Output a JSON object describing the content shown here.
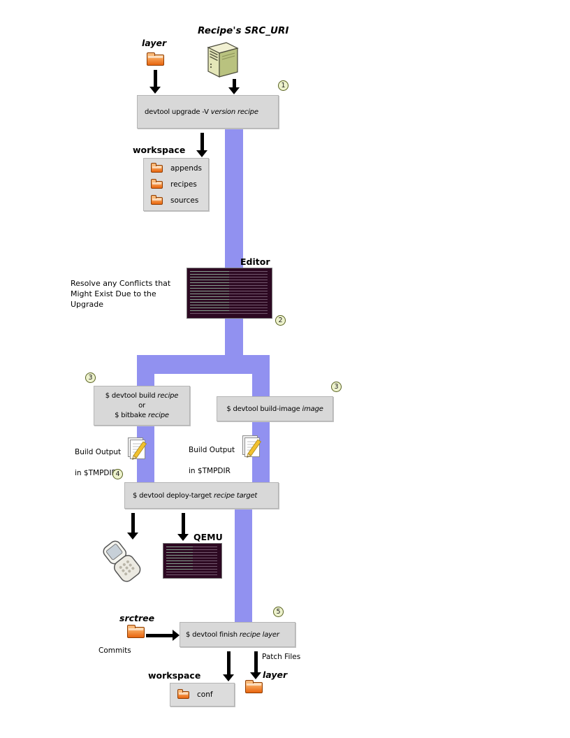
{
  "diagram": {
    "kind": "flow-diagram",
    "subject": "devtool upgrade workflow"
  },
  "colors": {
    "flow_band": "#9191f0",
    "box_bg": "#d8d8d8",
    "box_border": "#b5b5b5",
    "folder_orange": "#e8650f",
    "terminal_bg": "#2d0922",
    "step_badge_bg": "#edf2cd",
    "arrow": "#000000"
  },
  "top": {
    "src_uri_label": "Recipe's SRC_URI",
    "layer_label": "layer"
  },
  "steps": {
    "one": "1",
    "two": "2",
    "three_left": "3",
    "three_right": "3",
    "four": "4",
    "five": "5"
  },
  "upgrade_box": {
    "cmd": "devtool upgrade -V ",
    "args": "version recipe"
  },
  "workspace_top": {
    "label": "workspace",
    "items": [
      "appends",
      "recipes",
      "sources"
    ]
  },
  "editor": {
    "label": "Editor"
  },
  "resolve_note": "Resolve any Conflicts that\nMight Exist Due to the\nUpgrade",
  "build_box": {
    "line1_cmd": "$ devtool build ",
    "line1_arg": "recipe",
    "or": "or",
    "line2_cmd": "$ bitbake ",
    "line2_arg": "recipe"
  },
  "build_image_box": {
    "cmd": "$ devtool build-image ",
    "arg": "image"
  },
  "build_output_left": {
    "line1": "Build Output",
    "line2": "in $TMPDIR"
  },
  "build_output_right": {
    "line1": "Build Output",
    "line2": "in $TMPDIR"
  },
  "deploy_box": {
    "cmd": "$ devtool deploy-target ",
    "arg": "recipe target"
  },
  "qemu": {
    "label": "QEMU"
  },
  "finish_section": {
    "srctree_label": "srctree",
    "commits_label": "Commits",
    "cmd": "$ devtool finish ",
    "arg": "recipe layer",
    "patch_files_label": "Patch Files"
  },
  "bottom": {
    "workspace_label": "workspace",
    "conf_label": "conf",
    "layer_label": "layer"
  }
}
